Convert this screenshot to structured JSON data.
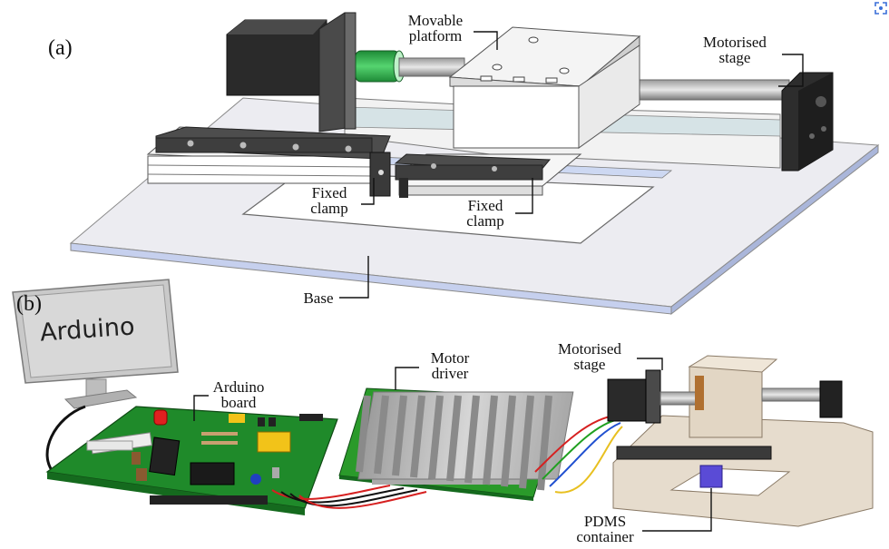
{
  "panels": {
    "a": "(a)",
    "b": "(b)"
  },
  "labels_a": {
    "movable_platform_line1": "Movable",
    "movable_platform_line2": "platform",
    "motorised_stage_line1": "Motorised",
    "motorised_stage_line2": "stage",
    "fixed_clamp_left_line1": "Fixed",
    "fixed_clamp_left_line2": "clamp",
    "fixed_clamp_right_line1": "Fixed",
    "fixed_clamp_right_line2": "clamp",
    "base": "Base"
  },
  "labels_b": {
    "monitor_text": "Arduino",
    "arduino_board_line1": "Arduino",
    "arduino_board_line2": "board",
    "motor_driver_line1": "Motor",
    "motor_driver_line2": "driver",
    "motorised_stage_line1": "Motorised",
    "motorised_stage_line2": "stage",
    "pdms_line1": "PDMS",
    "pdms_line2": "container"
  },
  "colors": {
    "base_plate": "#e9e9ee",
    "base_edge": "#b8c4e8",
    "clamp_dark": "#4a4a4a",
    "platform": "#f4f4f4",
    "motor": "#2a2a2a",
    "coupler": "#2fae4a",
    "pcb": "#1f8a2a",
    "heatsink": "#b9b9b9",
    "stage_beige": "#e6dccd",
    "pdms_blue": "#5a4bd6",
    "wire_red": "#d62020",
    "wire_green": "#20a020",
    "wire_blue": "#2050d0",
    "wire_yellow": "#e8c020"
  },
  "icons": {
    "corner": "expand-icon"
  }
}
